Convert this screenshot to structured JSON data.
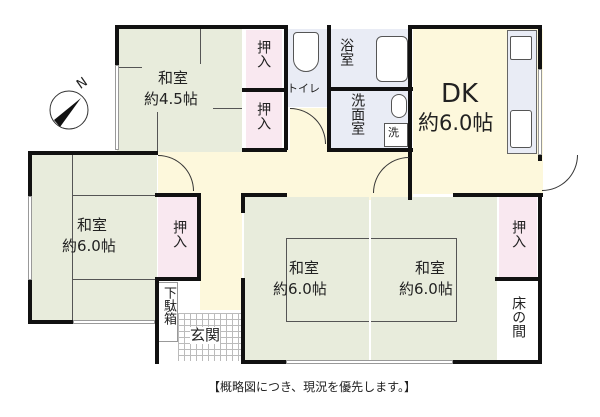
{
  "plan": {
    "compass": {
      "label": "N"
    },
    "rooms": {
      "washitsu_45": {
        "name": "和室",
        "size": "約4.5帖"
      },
      "oshiire_1": {
        "label": "押入"
      },
      "oshiire_2": {
        "label": "押入"
      },
      "toilet": {
        "label": "トイレ"
      },
      "bath": {
        "label": "浴室"
      },
      "senmen": {
        "label": "洗面室"
      },
      "washer": {
        "label": "洗"
      },
      "dk": {
        "name": "DK",
        "size": "約6.0帖"
      },
      "washitsu_left": {
        "name": "和室",
        "size": "約6.0帖"
      },
      "oshiire_left": {
        "label": "押入"
      },
      "getabako": {
        "label": "下駄箱"
      },
      "genkan": {
        "label": "玄関"
      },
      "washitsu_mid": {
        "name": "和室",
        "size": "約6.0帖"
      },
      "washitsu_right": {
        "name": "和室",
        "size": "約6.0帖"
      },
      "oshiire_right": {
        "label": "押入"
      },
      "tokonoma": {
        "label": "床の間"
      }
    },
    "caption": "【概略図につき、現況を優先します。】"
  },
  "colors": {
    "tatami": "#e8ecdc",
    "closet": "#f9e8f0",
    "wet_area": "#e9ecf5",
    "floor": "#fdf8dc",
    "wall": "#111111"
  }
}
